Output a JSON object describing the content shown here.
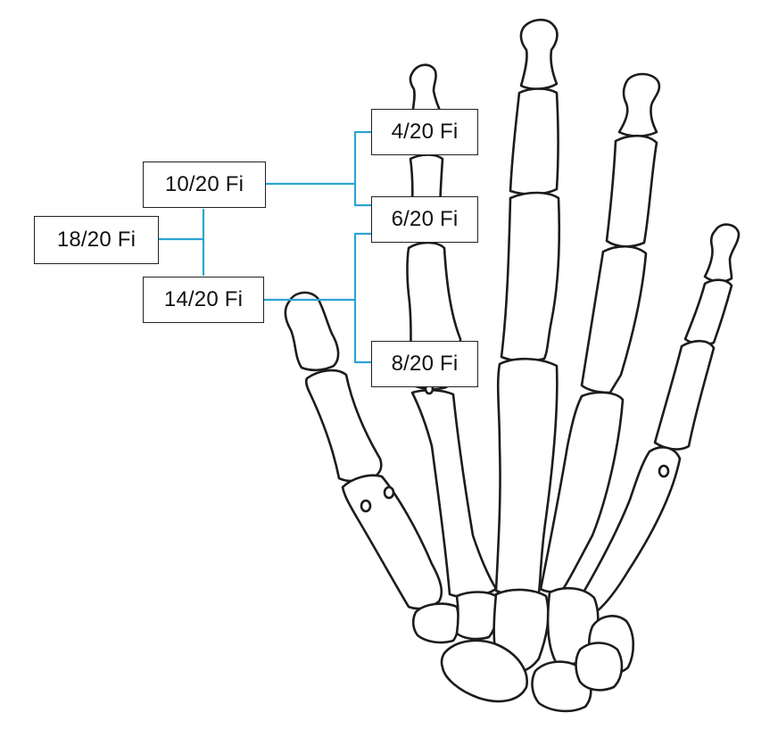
{
  "colors": {
    "connector": "#2ea3d3",
    "bone_stroke": "#1c1c1c",
    "box_border": "#222222",
    "background": "#ffffff"
  },
  "labels": {
    "root": "18/20 Fi",
    "upper_branch": "10/20 Fi",
    "lower_branch": "14/20 Fi",
    "upper_leaf_top": "4/20 Fi",
    "upper_leaf_bottom": "6/20 Fi",
    "lower_leaf_bottom": "8/20 Fi"
  },
  "figure": {
    "subject": "hand-skeleton",
    "icon": "hand-bones-illustration"
  }
}
